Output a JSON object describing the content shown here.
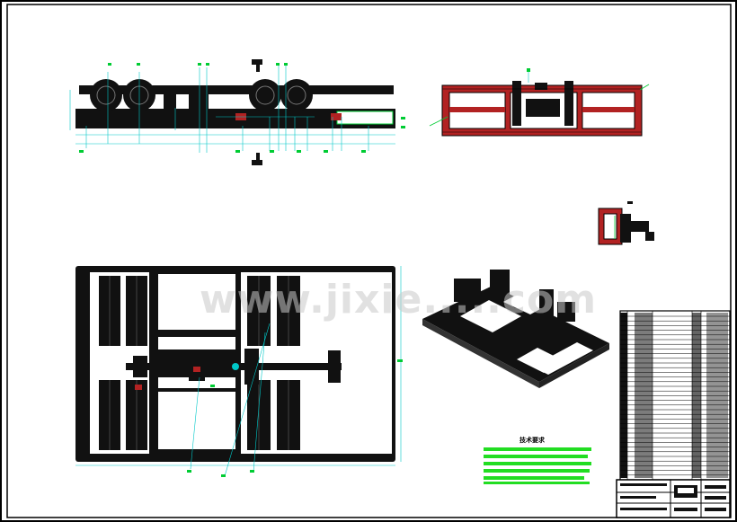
{
  "drawing": {
    "watermark": "www.jixie.....com",
    "notes_title": "技术要求"
  },
  "colors": {
    "paper": "#ffffff",
    "outline": "#000000",
    "section_fill": "#b22222",
    "dimension": "#00c8c8",
    "leader": "#00cc33",
    "notes_bar": "#22dd22",
    "watermark": "#cccccc"
  },
  "views": [
    {
      "id": "front",
      "label": "front-elevation-view"
    },
    {
      "id": "side",
      "label": "side-section-view"
    },
    {
      "id": "detail",
      "label": "detail-section-view"
    },
    {
      "id": "plan",
      "label": "plan-view"
    },
    {
      "id": "iso",
      "label": "isometric-view"
    }
  ]
}
